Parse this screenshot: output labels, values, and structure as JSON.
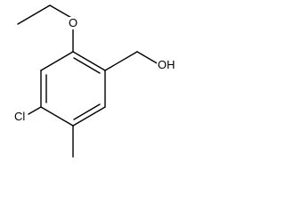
{
  "molecule": {
    "labels": {
      "oxygen_ether": "O",
      "chlorine": "Cl",
      "hydroxyl": "OH"
    },
    "bond_color": "#000000"
  }
}
